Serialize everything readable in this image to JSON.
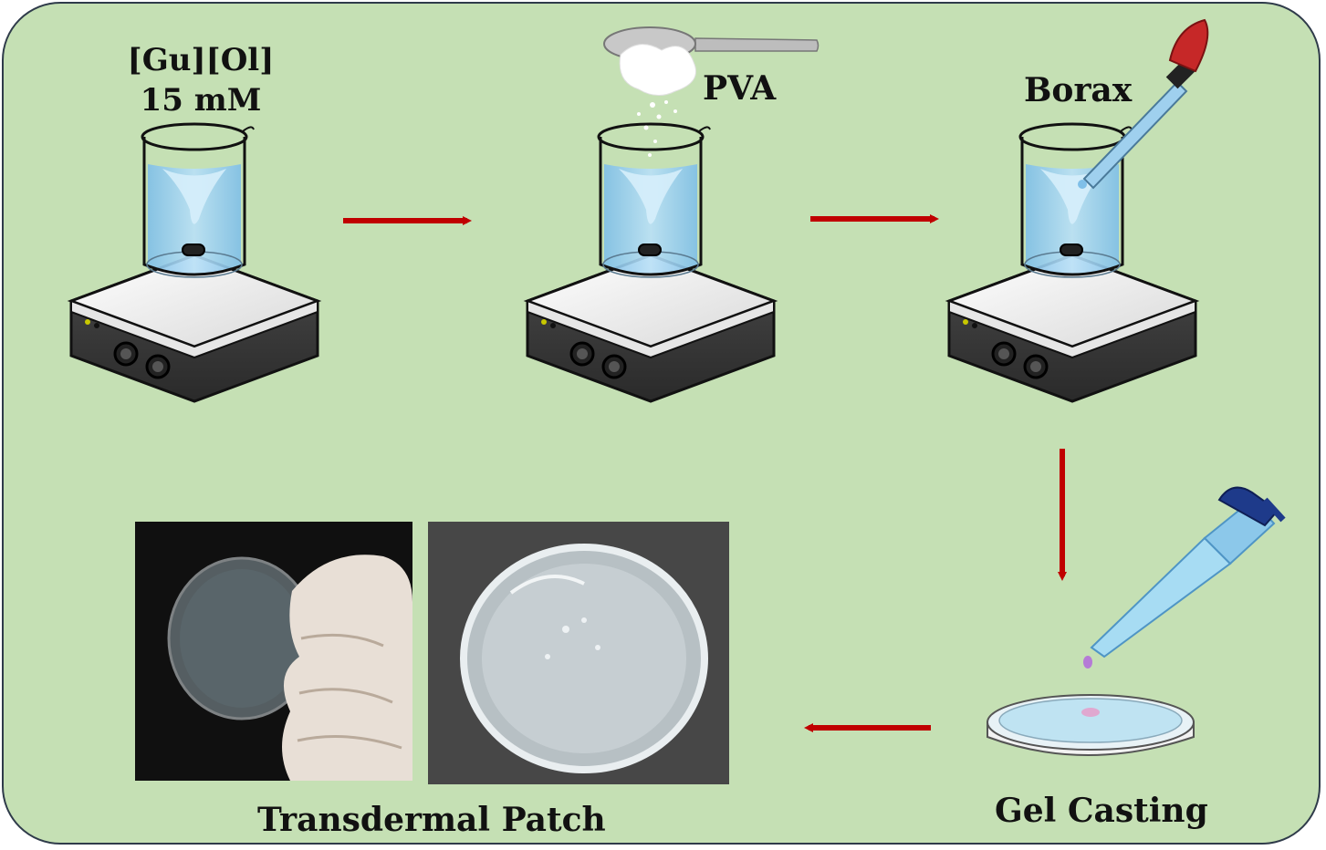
{
  "labels": {
    "guanidinium_line1": "[Gu][Ol]",
    "guanidinium_line2": "15 mM",
    "pva": "PVA",
    "borax": "Borax",
    "gel_casting": "Gel Casting",
    "transdermal_patch": "Transdermal Patch"
  },
  "colors": {
    "background": "#c5e0b4",
    "arrow": "#c00000",
    "border": "#2f3b4a",
    "liquid": "#9fd0ee"
  }
}
